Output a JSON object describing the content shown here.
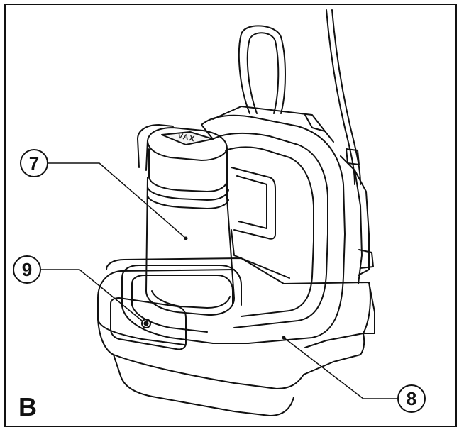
{
  "figure": {
    "letter": "B",
    "logo_text": "VAX"
  },
  "callouts": [
    {
      "label": "7",
      "part": "battery"
    },
    {
      "label": "9",
      "part": "charging-indicator-light"
    },
    {
      "label": "8",
      "part": "charging-dock"
    }
  ],
  "colors": {
    "line": "#111111",
    "background": "#ffffff"
  }
}
